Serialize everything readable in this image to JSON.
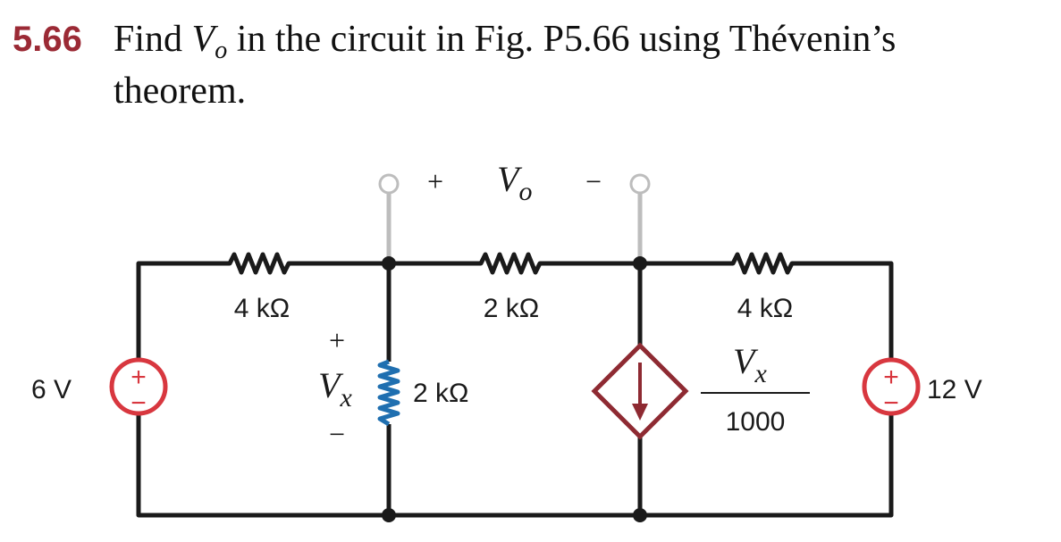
{
  "problem": {
    "number": "5.66",
    "text_before": "Find ",
    "var_main": "V",
    "var_sub": "o",
    "text_after": " in the circuit in Fig. P5.66 using Thévenin’s",
    "line2": "theorem."
  },
  "circuit": {
    "source_left_label": "6 V",
    "source_right_label": "12 V",
    "r_left_label": "4 kΩ",
    "r_mid_label": "2 kΩ",
    "r_right_label": "4 kΩ",
    "r_vertical_label": "2 kΩ",
    "vo_plus": "+",
    "vo_var": "V",
    "vo_sub": "o",
    "vo_minus": "−",
    "vx_plus": "+",
    "vx_var": "V",
    "vx_sub": "x",
    "vx_minus": "−",
    "dep_num_var": "V",
    "dep_num_sub": "x",
    "dep_den": "1000",
    "src_plus": "+",
    "src_minus": "−"
  },
  "colors": {
    "wire": "#1a1a1a",
    "terminal_lead": "#bdbdbd",
    "source": "#d8373f",
    "dependent_source": "#8e2a32",
    "vertical_resistor": "#1f6fb0",
    "heading": "#9b2a35"
  }
}
